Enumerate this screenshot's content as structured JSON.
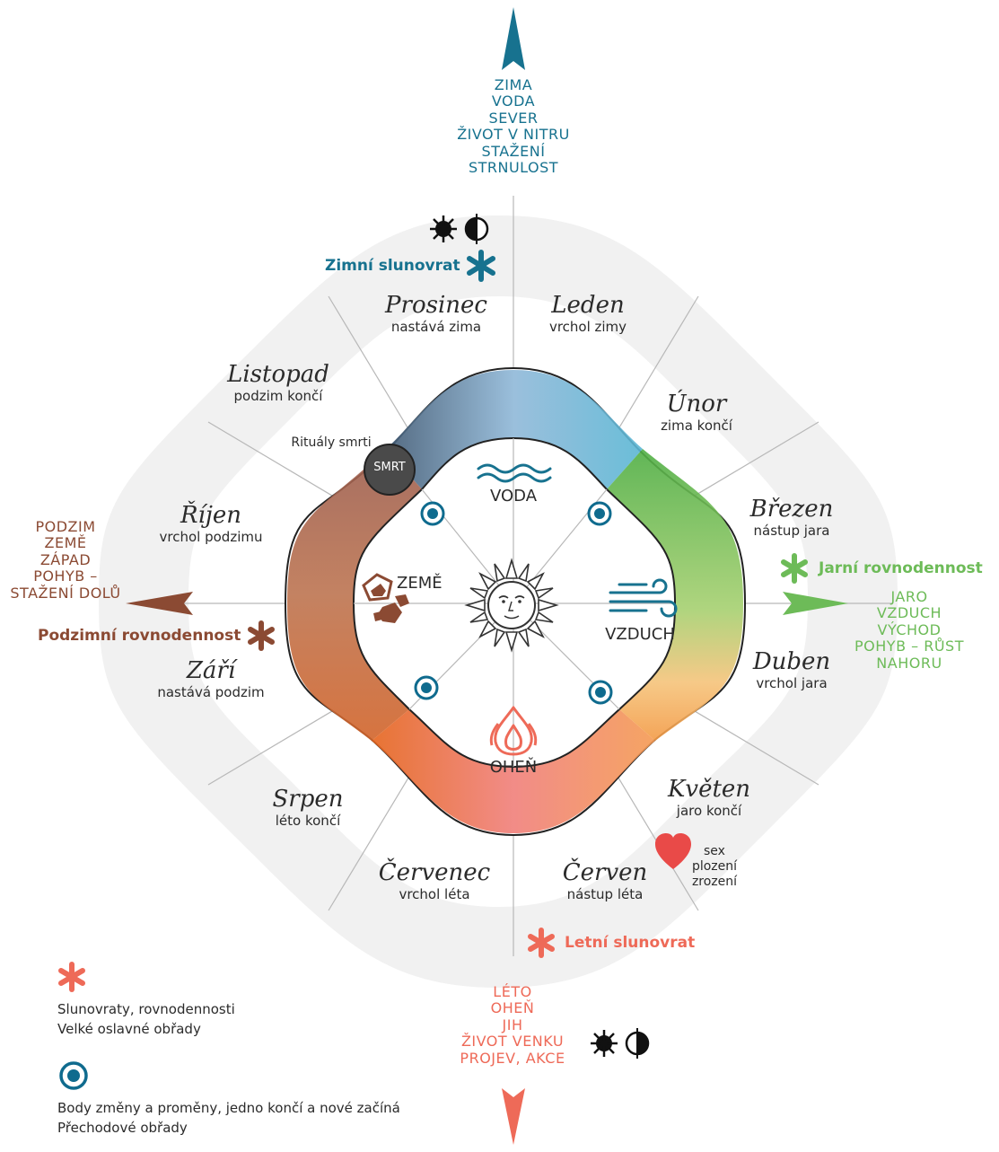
{
  "directions": {
    "north": [
      "ZIMA",
      "VODA",
      "SEVER",
      "ŽIVOT V NITRU",
      "STAŽENÍ",
      "STRNULOST"
    ],
    "west": [
      "PODZIM",
      "ZEMĚ",
      "ZÁPAD",
      "POHYB –",
      "STAŽENÍ DOLŮ"
    ],
    "east": [
      "JARO",
      "VZDUCH",
      "VÝCHOD",
      "POHYB – RŮST",
      "NAHORU"
    ],
    "south": [
      "LÉTO",
      "OHEŇ",
      "JIH",
      "ŽIVOT VENKU",
      "PROJEV, AKCE"
    ]
  },
  "events": {
    "winter_solstice": "Zimní slunovrat",
    "spring_equinox": "Jarní rovnodennost",
    "summer_solstice": "Letní slunovrat",
    "autumn_equinox": "Podzimní rovnodennost"
  },
  "months": [
    {
      "key": "prosinec",
      "name": "Prosinec",
      "desc": "nastává zima"
    },
    {
      "key": "leden",
      "name": "Leden",
      "desc": "vrchol zimy"
    },
    {
      "key": "unor",
      "name": "Únor",
      "desc": "zima končí"
    },
    {
      "key": "brezen",
      "name": "Březen",
      "desc": "nástup jara"
    },
    {
      "key": "duben",
      "name": "Duben",
      "desc": "vrchol jara"
    },
    {
      "key": "kveten",
      "name": "Květen",
      "desc": "jaro končí"
    },
    {
      "key": "cerven",
      "name": "Červen",
      "desc": "nástup léta"
    },
    {
      "key": "cervenec",
      "name": "Červenec",
      "desc": "vrchol léta"
    },
    {
      "key": "srpen",
      "name": "Srpen",
      "desc": "léto končí"
    },
    {
      "key": "zari",
      "name": "Září",
      "desc": "nastává podzim"
    },
    {
      "key": "rijen",
      "name": "Říjen",
      "desc": "vrchol podzimu"
    },
    {
      "key": "listopad",
      "name": "Listopad",
      "desc": "podzim končí"
    }
  ],
  "elements": {
    "water": "VODA",
    "air": "VZDUCH",
    "fire": "OHEŇ",
    "earth": "ZEMĚ"
  },
  "death": {
    "badge": "SMRT",
    "label": "Rituály smrti"
  },
  "love": {
    "line1": "sex",
    "line2": "plození",
    "line3": "zrození"
  },
  "legend": {
    "asterisk_line1": "Slunovraty, rovnodennosti",
    "asterisk_line2": "Velké oslavné obřady",
    "circle_line1": "Body změny a proměny, jedno končí a nové začíná",
    "circle_line2": "Přechodové obřady"
  },
  "colors": {
    "north": "#17728f",
    "west": "#8b4a33",
    "east": "#6dbb58",
    "south": "#ee6a58",
    "marker": "#0f6b8e"
  },
  "icons": [
    "arrow-up-icon",
    "arrow-left-icon",
    "arrow-right-icon",
    "arrow-down-icon",
    "sun-icon",
    "moon-icon",
    "asterisk-icon",
    "target-icon",
    "heart-icon",
    "waves-icon",
    "wind-icon",
    "flame-icon",
    "rocks-icon",
    "sun-face-icon"
  ]
}
